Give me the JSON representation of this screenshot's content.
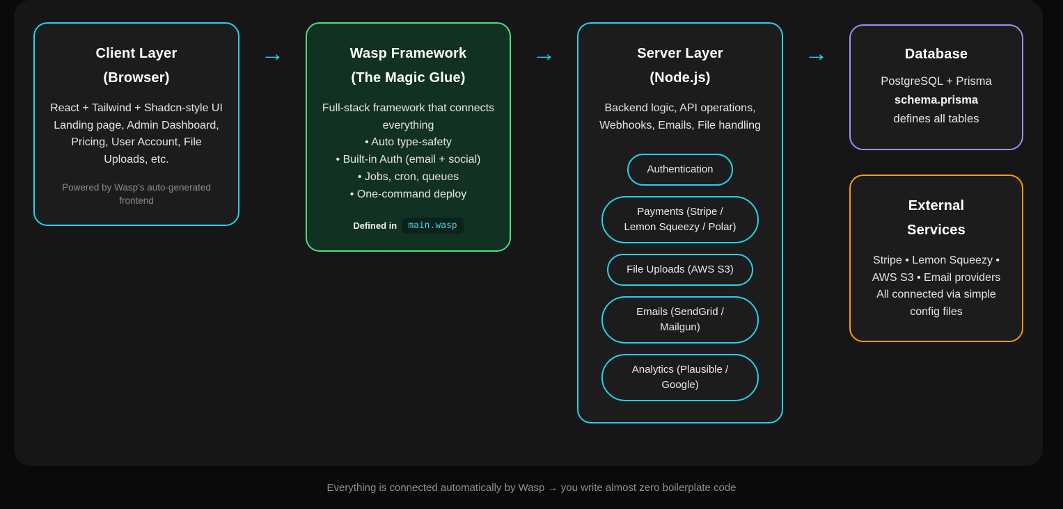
{
  "client_card": {
    "title_line1": "Client Layer",
    "title_line2": "(Browser)",
    "body_line1": "React + Tailwind + Shadcn-style UI",
    "body_line2": "Landing page, Admin Dashboard, Pricing, User Account, File Uploads, etc.",
    "muted": "Powered by Wasp's auto-generated frontend"
  },
  "wasp_card": {
    "title_line1": "Wasp Framework",
    "title_line2": "(The Magic Glue)",
    "intro": "Full-stack framework that connects everything",
    "bullets": [
      "• Auto type-safety",
      "• Built-in Auth (email + social)",
      "• Jobs, cron, queues",
      "• One-command deploy"
    ],
    "defined_label": "Defined in",
    "defined_file": "main.wasp"
  },
  "server_card": {
    "title_line1": "Server Layer",
    "title_line2": "(Node.js)",
    "body": "Backend logic, API operations, Webhooks, Emails, File handling",
    "pills": [
      "Authentication",
      "Payments (Stripe / Lemon Squeezy / Polar)",
      "File Uploads (AWS S3)",
      "Emails (SendGrid / Mailgun)",
      "Analytics (Plausible / Google)"
    ]
  },
  "database_card": {
    "title": "Database",
    "line1": "PostgreSQL + Prisma",
    "line2": "schema.prisma",
    "line3": "defines all tables"
  },
  "external_card": {
    "title_line1": "External",
    "title_line2": "Services",
    "body_line1": "Stripe • Lemon Squeezy • AWS S3 • Email providers",
    "body_line2": "All connected via simple config files"
  },
  "arrows": {
    "glyph": "→"
  },
  "footer": {
    "text": "Everything is connected automatically by Wasp → you write almost zero boilerplate code"
  },
  "colors": {
    "page_bg": "#0a0a0a",
    "panel_bg": "#161616",
    "card_bg": "#1c1c1c",
    "cyan": "#22d3ee",
    "green": "#4ade80",
    "green_card_bg": "#113122",
    "purple": "#a78bfa",
    "orange": "#f59e0b",
    "title_text": "#ffffff",
    "body_text": "#e5e5e5",
    "muted_text": "#8b8b8b",
    "chip_bg": "#0d211a",
    "chip_text": "#43d3e4",
    "footer_text": "#8f8f8f"
  }
}
